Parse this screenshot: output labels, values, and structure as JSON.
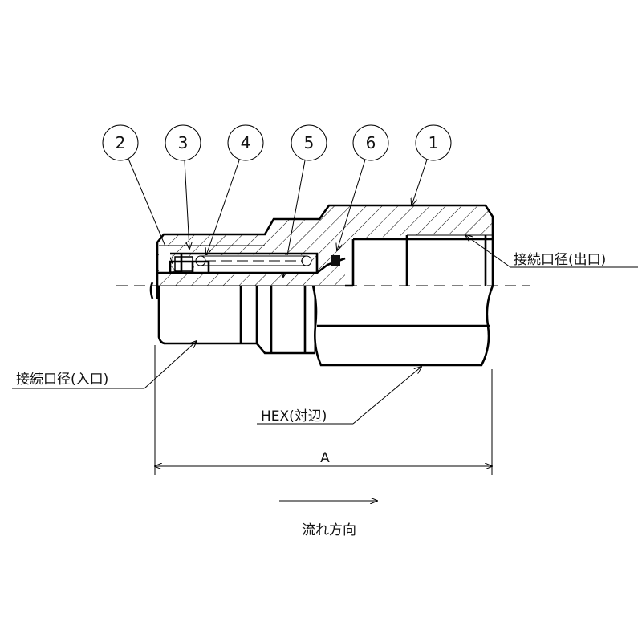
{
  "balloons": [
    "2",
    "3",
    "4",
    "5",
    "6",
    "1"
  ],
  "labels": {
    "outlet": "接続口径(出口)",
    "inlet": "接続口径(入口)",
    "hex": "HEX(対辺)",
    "dimension_a": "A",
    "flow_direction": "流れ方向"
  },
  "colors": {
    "line": "#000000",
    "background": "#ffffff"
  }
}
